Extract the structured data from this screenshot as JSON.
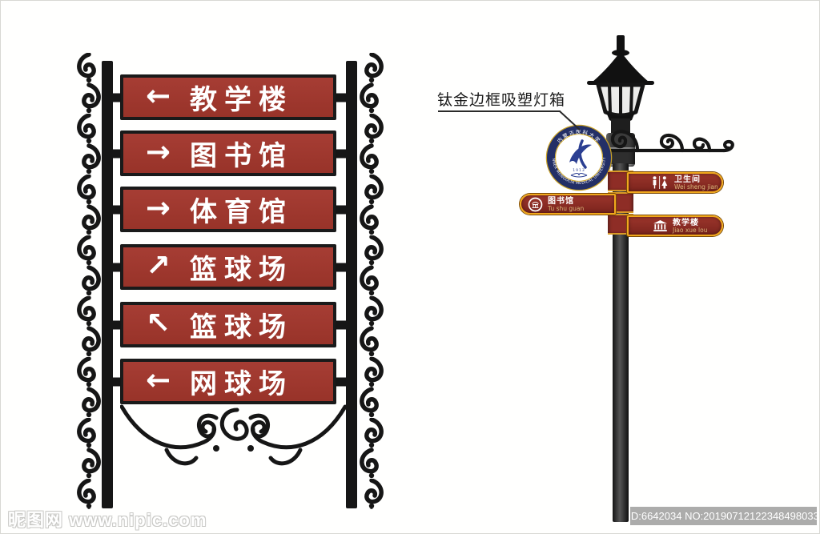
{
  "colors": {
    "panel_red": "#9E3831",
    "sign_red": "#8E2D26",
    "gold_trim": "#F0A81C",
    "navy_ring": "#232F66",
    "iron_black": "#161616"
  },
  "left_sign": {
    "panels": [
      {
        "arrow": "←",
        "label": "教学楼"
      },
      {
        "arrow": "→",
        "label": "图书馆"
      },
      {
        "arrow": "→",
        "label": "体育馆"
      },
      {
        "arrow": "↗",
        "label": "篮球场"
      },
      {
        "arrow": "↖",
        "label": "篮球场"
      },
      {
        "arrow": "←",
        "label": "网球场"
      }
    ]
  },
  "lamp_post": {
    "callout_label": "钛金边框吸塑灯箱",
    "badge": {
      "ring_text_top": "内蒙古医科大学",
      "ring_text_bottom": "INNER MONGOLIA MEDICAL UNIVERSITY",
      "year": "1913"
    },
    "signs": [
      {
        "side": "right",
        "icon": "restroom-icon",
        "label": "卫生间",
        "pinyin": "Wei sheng jian"
      },
      {
        "side": "left",
        "icon": "library-icon",
        "label": "图书馆",
        "pinyin": "Tu shu guan"
      },
      {
        "side": "right",
        "icon": "building-icon",
        "label": "教学楼",
        "pinyin": "Jiao xue lou"
      }
    ]
  },
  "watermarks": {
    "site": "昵图网 www.nipic.com",
    "id_bar": "ID:6642034 NO:20190712122348498033"
  }
}
